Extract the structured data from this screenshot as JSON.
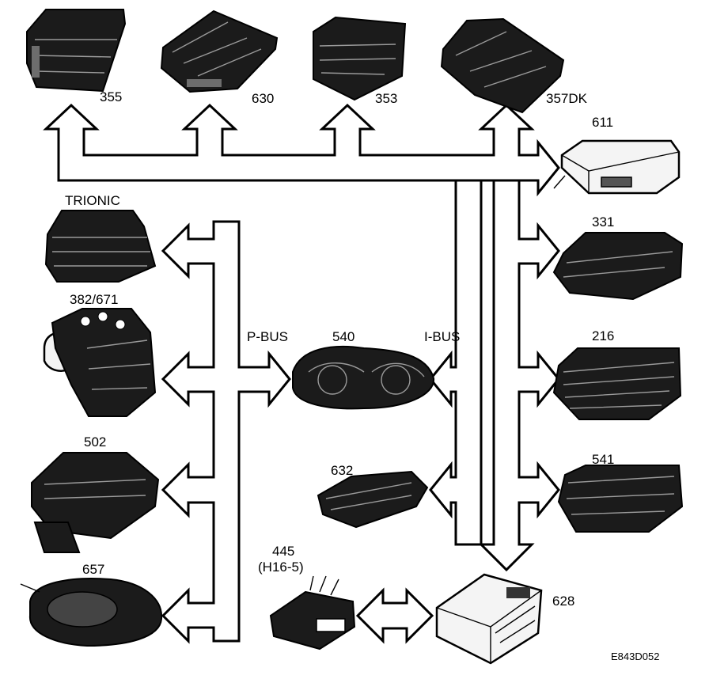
{
  "bus_labels": {
    "p_bus": "P-BUS",
    "i_bus": "I-BUS"
  },
  "modules": {
    "m355": "355",
    "m630": "630",
    "m353": "353",
    "m357dk": "357DK",
    "m611": "611",
    "m331": "331",
    "m216": "216",
    "m541": "541",
    "m628": "628",
    "m632": "632",
    "m540": "540",
    "trionic": "TRIONIC",
    "m382_671": "382/671",
    "m502": "502",
    "m657": "657",
    "m445": "445",
    "m445_sub": "(H16-5)"
  },
  "figure_code": "E843D052"
}
